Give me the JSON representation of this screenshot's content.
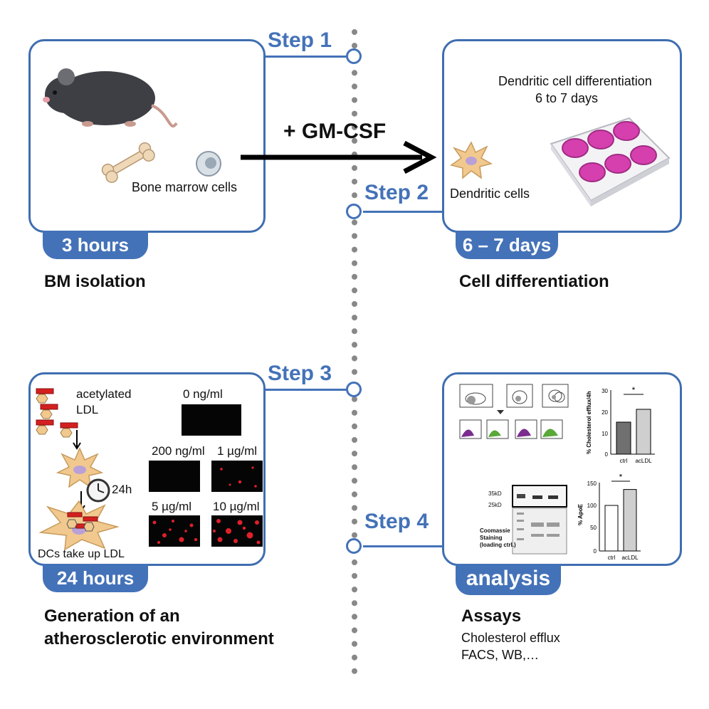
{
  "steps": [
    {
      "label": "Step 1",
      "tag": "3 hours",
      "title": "BM isolation"
    },
    {
      "label": "Step 2",
      "tag": "6 – 7 days",
      "title": "Cell differentiation"
    },
    {
      "label": "Step 3",
      "tag": "24 hours",
      "title_line1": "Generation of an",
      "title_line2": "atherosclerotic environment"
    },
    {
      "label": "Step 4",
      "tag": "analysis",
      "title": "Assays",
      "lines": [
        "Cholesterol efflux",
        "FACS, WB,…"
      ]
    }
  ],
  "panel1": {
    "cells_label": "Bone marrow cells",
    "arrow_label": "+ GM-CSF"
  },
  "panel2": {
    "diff_line1": "Dendritic cell differentiation",
    "diff_line2": "6 to 7 days",
    "cells_label": "Dendritic cells"
  },
  "panel3": {
    "ldl_line1": "acetylated",
    "ldl_line2": "LDL",
    "time": "24h",
    "caption": "DCs take up LDL",
    "concentrations": [
      "0 ng/ml",
      "200 ng/ml",
      "1 µg/ml",
      "5 µg/ml",
      "10 µg/ml"
    ]
  },
  "panel4": {
    "efflux_ylabel": "% Cholesterol efflux/4h",
    "efflux_ticks": [
      "30",
      "20",
      "10",
      "0"
    ],
    "apoe_ylabel": "% ApoE",
    "apoe_ticks": [
      "150",
      "100",
      "50",
      "0"
    ],
    "categories": [
      "ctrl",
      "acLDL"
    ],
    "significance": "*",
    "wb_marker_35": "35kD",
    "wb_marker_25": "25kD",
    "coomassie": [
      "Coomassie",
      "Staining",
      "(loading ctrl.)"
    ]
  },
  "chart_data": [
    {
      "type": "bar",
      "categories": [
        "ctrl",
        "acLDL"
      ],
      "values": [
        15,
        21
      ],
      "ylabel": "% Cholesterol efflux/4h",
      "ylim": [
        0,
        30
      ],
      "significance": "*"
    },
    {
      "type": "bar",
      "categories": [
        "ctrl",
        "acLDL"
      ],
      "values": [
        100,
        135
      ],
      "ylabel": "% ApoE",
      "ylim": [
        0,
        150
      ],
      "significance": "*"
    }
  ],
  "colors": {
    "accent": "#4472b8",
    "dish": "#d63fae",
    "ldl": "#d42020",
    "cell": "#f1c98f"
  }
}
